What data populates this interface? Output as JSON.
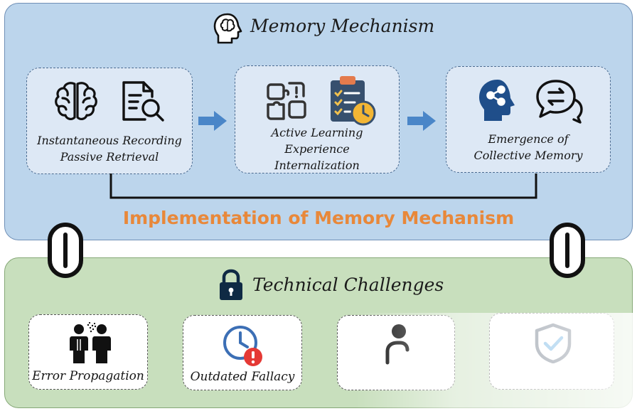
{
  "memory": {
    "title": "Memory Mechanism",
    "cards": [
      {
        "lines": [
          "Instantaneous Recording",
          "Passive Retrieval"
        ]
      },
      {
        "lines": [
          "Active Learning",
          "Experience",
          "Internalization"
        ]
      },
      {
        "lines": [
          "Emergence of",
          "Collective Memory"
        ]
      }
    ],
    "implementation_title": "Implementation of Memory Mechanism"
  },
  "technical": {
    "title": "Technical Challenges",
    "cards": [
      {
        "label": "Error Propagation"
      },
      {
        "label": "Outdated Fallacy"
      }
    ]
  },
  "colors": {
    "memory_panel": "#bcd5ec",
    "technical_panel": "#c8dfbd",
    "arrow": "#4a86c8",
    "implementation_text": "#e8883a",
    "alert_red": "#e53935"
  }
}
